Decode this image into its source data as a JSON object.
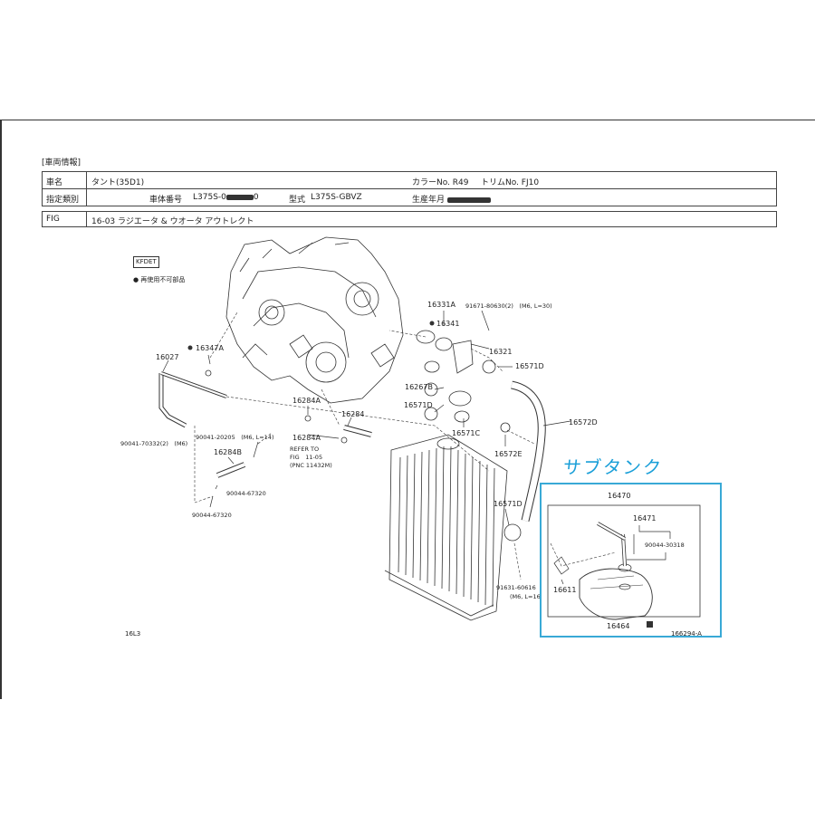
{
  "header": {
    "section_title": "[車両情報]",
    "row1": {
      "label_name": "車名",
      "value_name": "タント(35D1)",
      "color_label": "カラーNo. R49",
      "trim_label": "トリムNo. FJ10"
    },
    "row2": {
      "label_class": "指定類別",
      "vin_label": "車体番号",
      "vin_value": "L375S-0",
      "vin_tail": "0",
      "model_label": "型式",
      "model_value": "L375S-GBVZ",
      "date_label": "生産年月"
    },
    "fig": {
      "label": "FIG",
      "value": "16-03 ラジエータ & ウオータ アウトレクト"
    }
  },
  "diagram": {
    "engine_code": "KFDET",
    "legend": "● 再使用不可部品",
    "annotation": "サブタンク",
    "figure_code": "16L3",
    "figure_ref": "166294-A",
    "labels": {
      "p16331A": "16331A",
      "p16341": "16341",
      "p91671": "91671-80630(2)　(M6, L=30)",
      "p16321": "16321",
      "p16571D_a": "16571D",
      "p16267B": "16267B",
      "p16571D_b": "16571D",
      "p16571C": "16571C",
      "p16572D": "16572D",
      "p16572E": "16572E",
      "p16027": "16027",
      "p16347A": "16347A",
      "p16284A_a": "16284A",
      "p16284": "16284",
      "p16284A_b": "16284A",
      "p90041_70332": "90041-70332(2)　(M6)",
      "p90041_20205": "90041-20205　(M6, L=14)",
      "p16284B": "16284B",
      "p90044_67320_a": "90044-67320",
      "p90044_67320_b": "90044-67320",
      "refer1": "REFER TO",
      "refer2": "FIG　11-05",
      "refer3": "(PNC 11432M)",
      "p16571D_c": "16571D",
      "p16470": "16470",
      "p16471": "16471",
      "p90044_30318": "90044-30318",
      "p91631_1": "91631-60616",
      "p91631_2": "(M6, L=16",
      "p16611": "16611",
      "p16464": "16464"
    }
  },
  "colors": {
    "annotation": "#1a9fd8",
    "box": "#39a9d6",
    "line": "#333333"
  }
}
